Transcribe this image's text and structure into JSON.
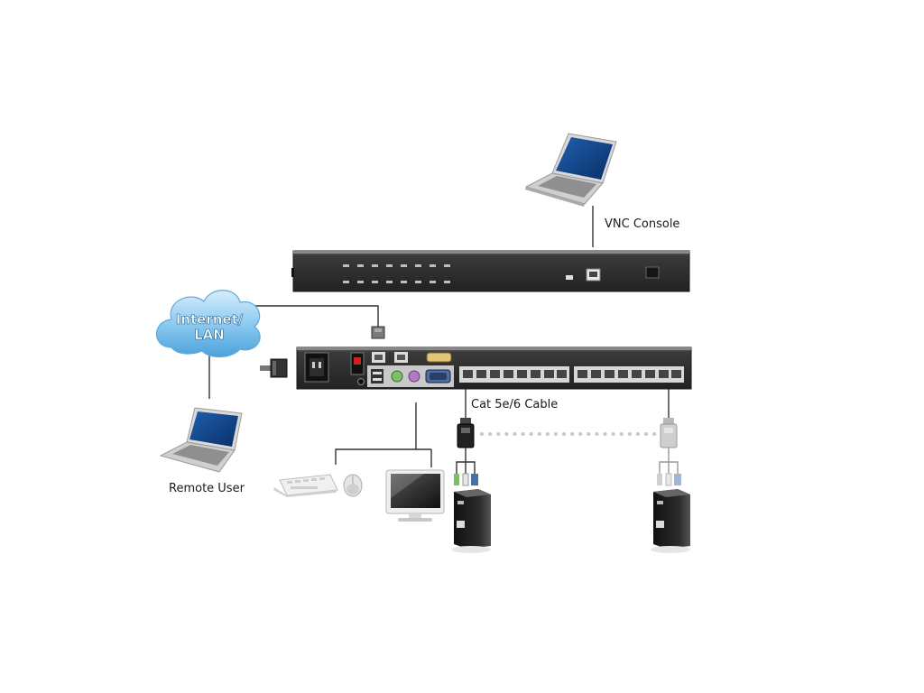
{
  "labels": {
    "vnc_console": "VNC Console",
    "internet_lan_line1": "Internet/",
    "internet_lan_line2": "LAN",
    "remote_user": "Remote User",
    "cable": "Cat 5e/6 Cable"
  },
  "colors": {
    "device_body": "#2b2b2b",
    "device_edge": "#5a5a5a",
    "cloud": "#8cc9ee",
    "cable_line": "#333333",
    "dotted_link": "#c8c8c8"
  }
}
